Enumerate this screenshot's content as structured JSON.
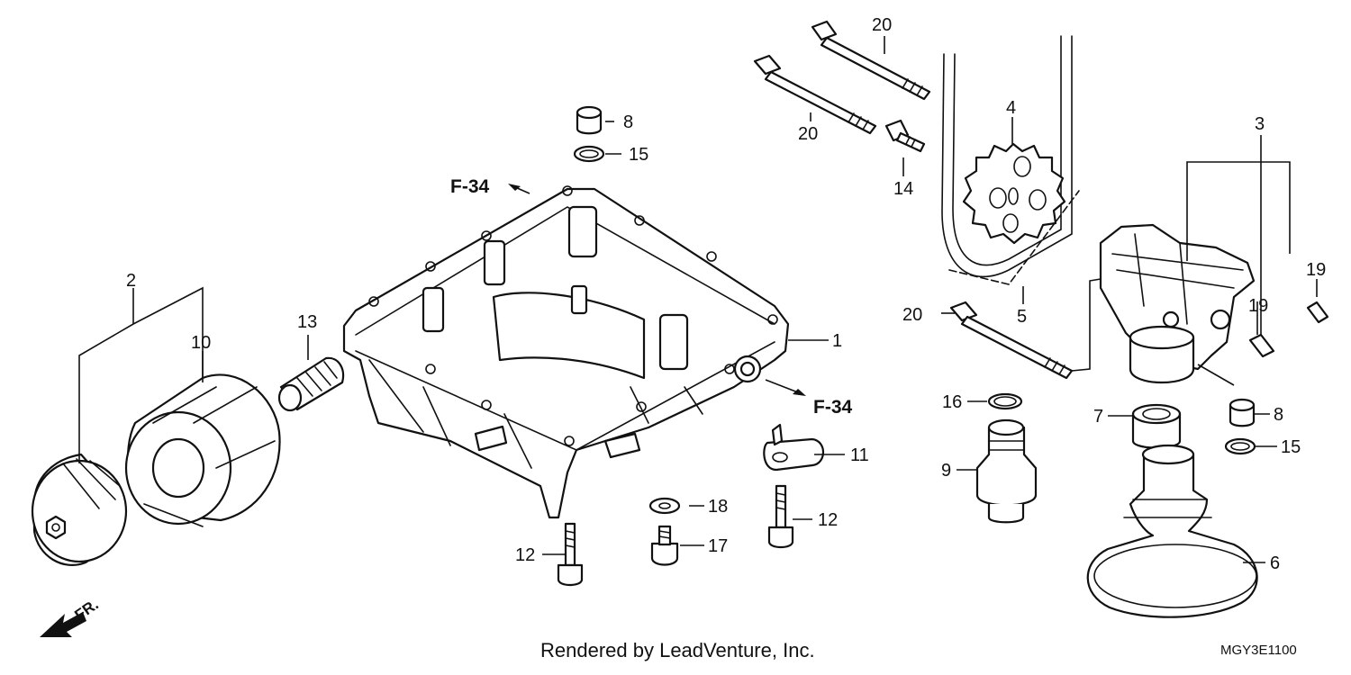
{
  "callouts": {
    "n1": "1",
    "n2": "2",
    "n3": "3",
    "n4": "4",
    "n5": "5",
    "n6": "6",
    "n7": "7",
    "n8a": "8",
    "n8b": "8",
    "n9": "9",
    "n10": "10",
    "n11": "11",
    "n12a": "12",
    "n12b": "12",
    "n13": "13",
    "n14": "14",
    "n15a": "15",
    "n15b": "15",
    "n16": "16",
    "n17": "17",
    "n18": "18",
    "n19a": "19",
    "n19b": "19",
    "n20a": "20",
    "n20b": "20",
    "n20c": "20"
  },
  "references": {
    "f34_top": "F-34",
    "f34_right": "F-34"
  },
  "front_arrow_label": "FR.",
  "footer": {
    "credit": "Rendered by LeadVenture, Inc.",
    "code": "MGY3E1100"
  }
}
